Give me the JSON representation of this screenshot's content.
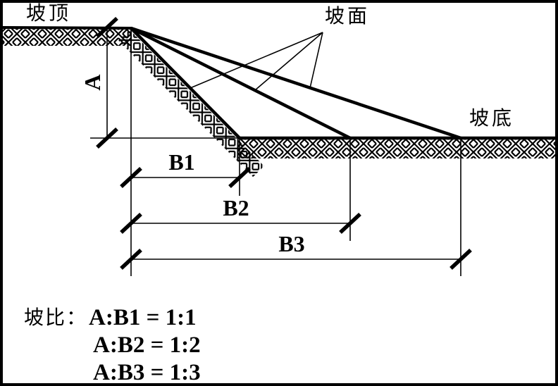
{
  "colors": {
    "ink": "#000000",
    "paper": "#ffffff"
  },
  "labels": {
    "slope_top": "坡顶",
    "slope_face": "坡面",
    "slope_bottom": "坡底"
  },
  "dimensions": {
    "height": "A",
    "b1": "B1",
    "b2": "B2",
    "b3": "B3"
  },
  "legend": {
    "prefix": "坡比：",
    "ratio1": "A:B1 = 1:1",
    "ratio2": "A:B2 = 1:2",
    "ratio3": "A:B3 = 1:3"
  }
}
